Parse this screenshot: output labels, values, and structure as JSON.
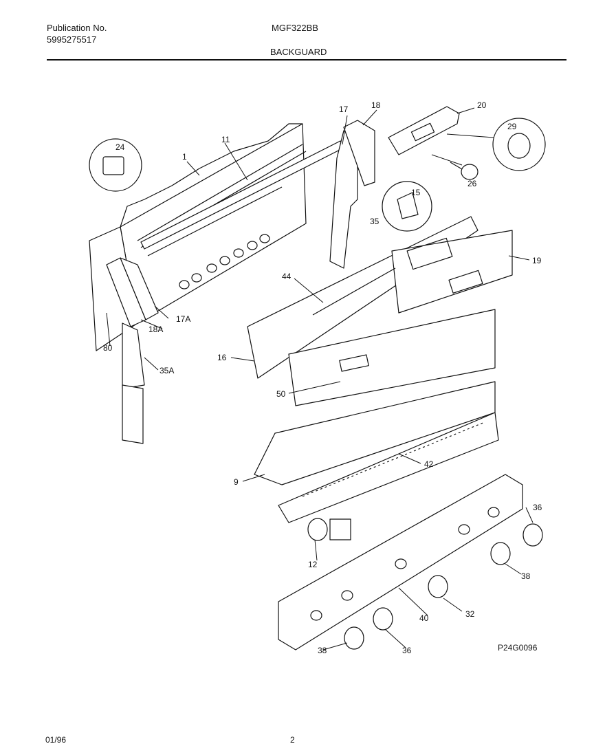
{
  "header": {
    "publication_label": "Publication No.",
    "publication_number": "5995275517",
    "model": "MGF322BB",
    "section": "BACKGUARD"
  },
  "figure_id": "P24G0096",
  "footer": {
    "date": "01/96",
    "page": "2"
  },
  "part_labels": {
    "p1": "1",
    "p11": "11",
    "p17": "17",
    "p18": "18",
    "p20": "20",
    "p24": "24",
    "p29": "29",
    "p26": "26",
    "p15": "15",
    "p35": "35",
    "p19": "19",
    "p44": "44",
    "p17a": "17A",
    "p18a": "18A",
    "p80": "80",
    "p16": "16",
    "p35a": "35A",
    "p50": "50",
    "p42": "42",
    "p9": "9",
    "p36a": "36",
    "p38a": "38",
    "p12": "12",
    "p32": "32",
    "p40": "40",
    "p36b": "36",
    "p38b": "38"
  }
}
